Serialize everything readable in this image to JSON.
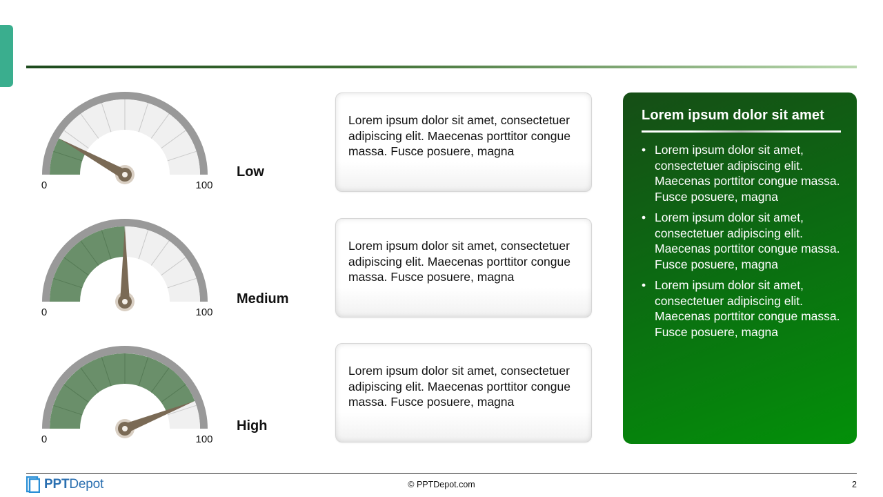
{
  "colors": {
    "accent_tab": "#3aae8e",
    "gauge_fill": "#6a8f6a",
    "gauge_empty": "#f0f0f0",
    "gauge_rim": "#999999",
    "needle": "#7a6a55",
    "panel_green": "#0c6a12"
  },
  "gauges": [
    {
      "label": "Low",
      "min_label": "0",
      "max_label": "100",
      "value": 16
    },
    {
      "label": "Medium",
      "min_label": "0",
      "max_label": "100",
      "value": 50
    },
    {
      "label": "High",
      "min_label": "0",
      "max_label": "100",
      "value": 88
    }
  ],
  "cards": [
    {
      "text": "Lorem ipsum dolor sit amet, consectetuer adipiscing elit. Maecenas porttitor congue massa. Fusce posuere, magna"
    },
    {
      "text": "Lorem ipsum dolor sit amet, consectetuer adipiscing elit. Maecenas porttitor congue massa. Fusce posuere, magna"
    },
    {
      "text": "Lorem ipsum dolor sit amet, consectetuer adipiscing elit. Maecenas porttitor congue massa. Fusce posuere, magna"
    }
  ],
  "panel": {
    "title": "Lorem ipsum dolor sit amet",
    "bullets": [
      "Lorem ipsum dolor sit amet, consectetuer adipiscing elit. Maecenas porttitor congue massa. Fusce posuere, magna",
      "Lorem ipsum dolor sit amet, consectetuer adipiscing elit. Maecenas porttitor congue massa. Fusce posuere, magna",
      "Lorem ipsum dolor sit amet, consectetuer adipiscing elit. Maecenas porttitor congue massa. Fusce posuere, magna"
    ]
  },
  "footer": {
    "logo_bold": "PPT",
    "logo_rest": "Depot",
    "copyright": "© PPTDepot.com",
    "page_number": "2"
  }
}
